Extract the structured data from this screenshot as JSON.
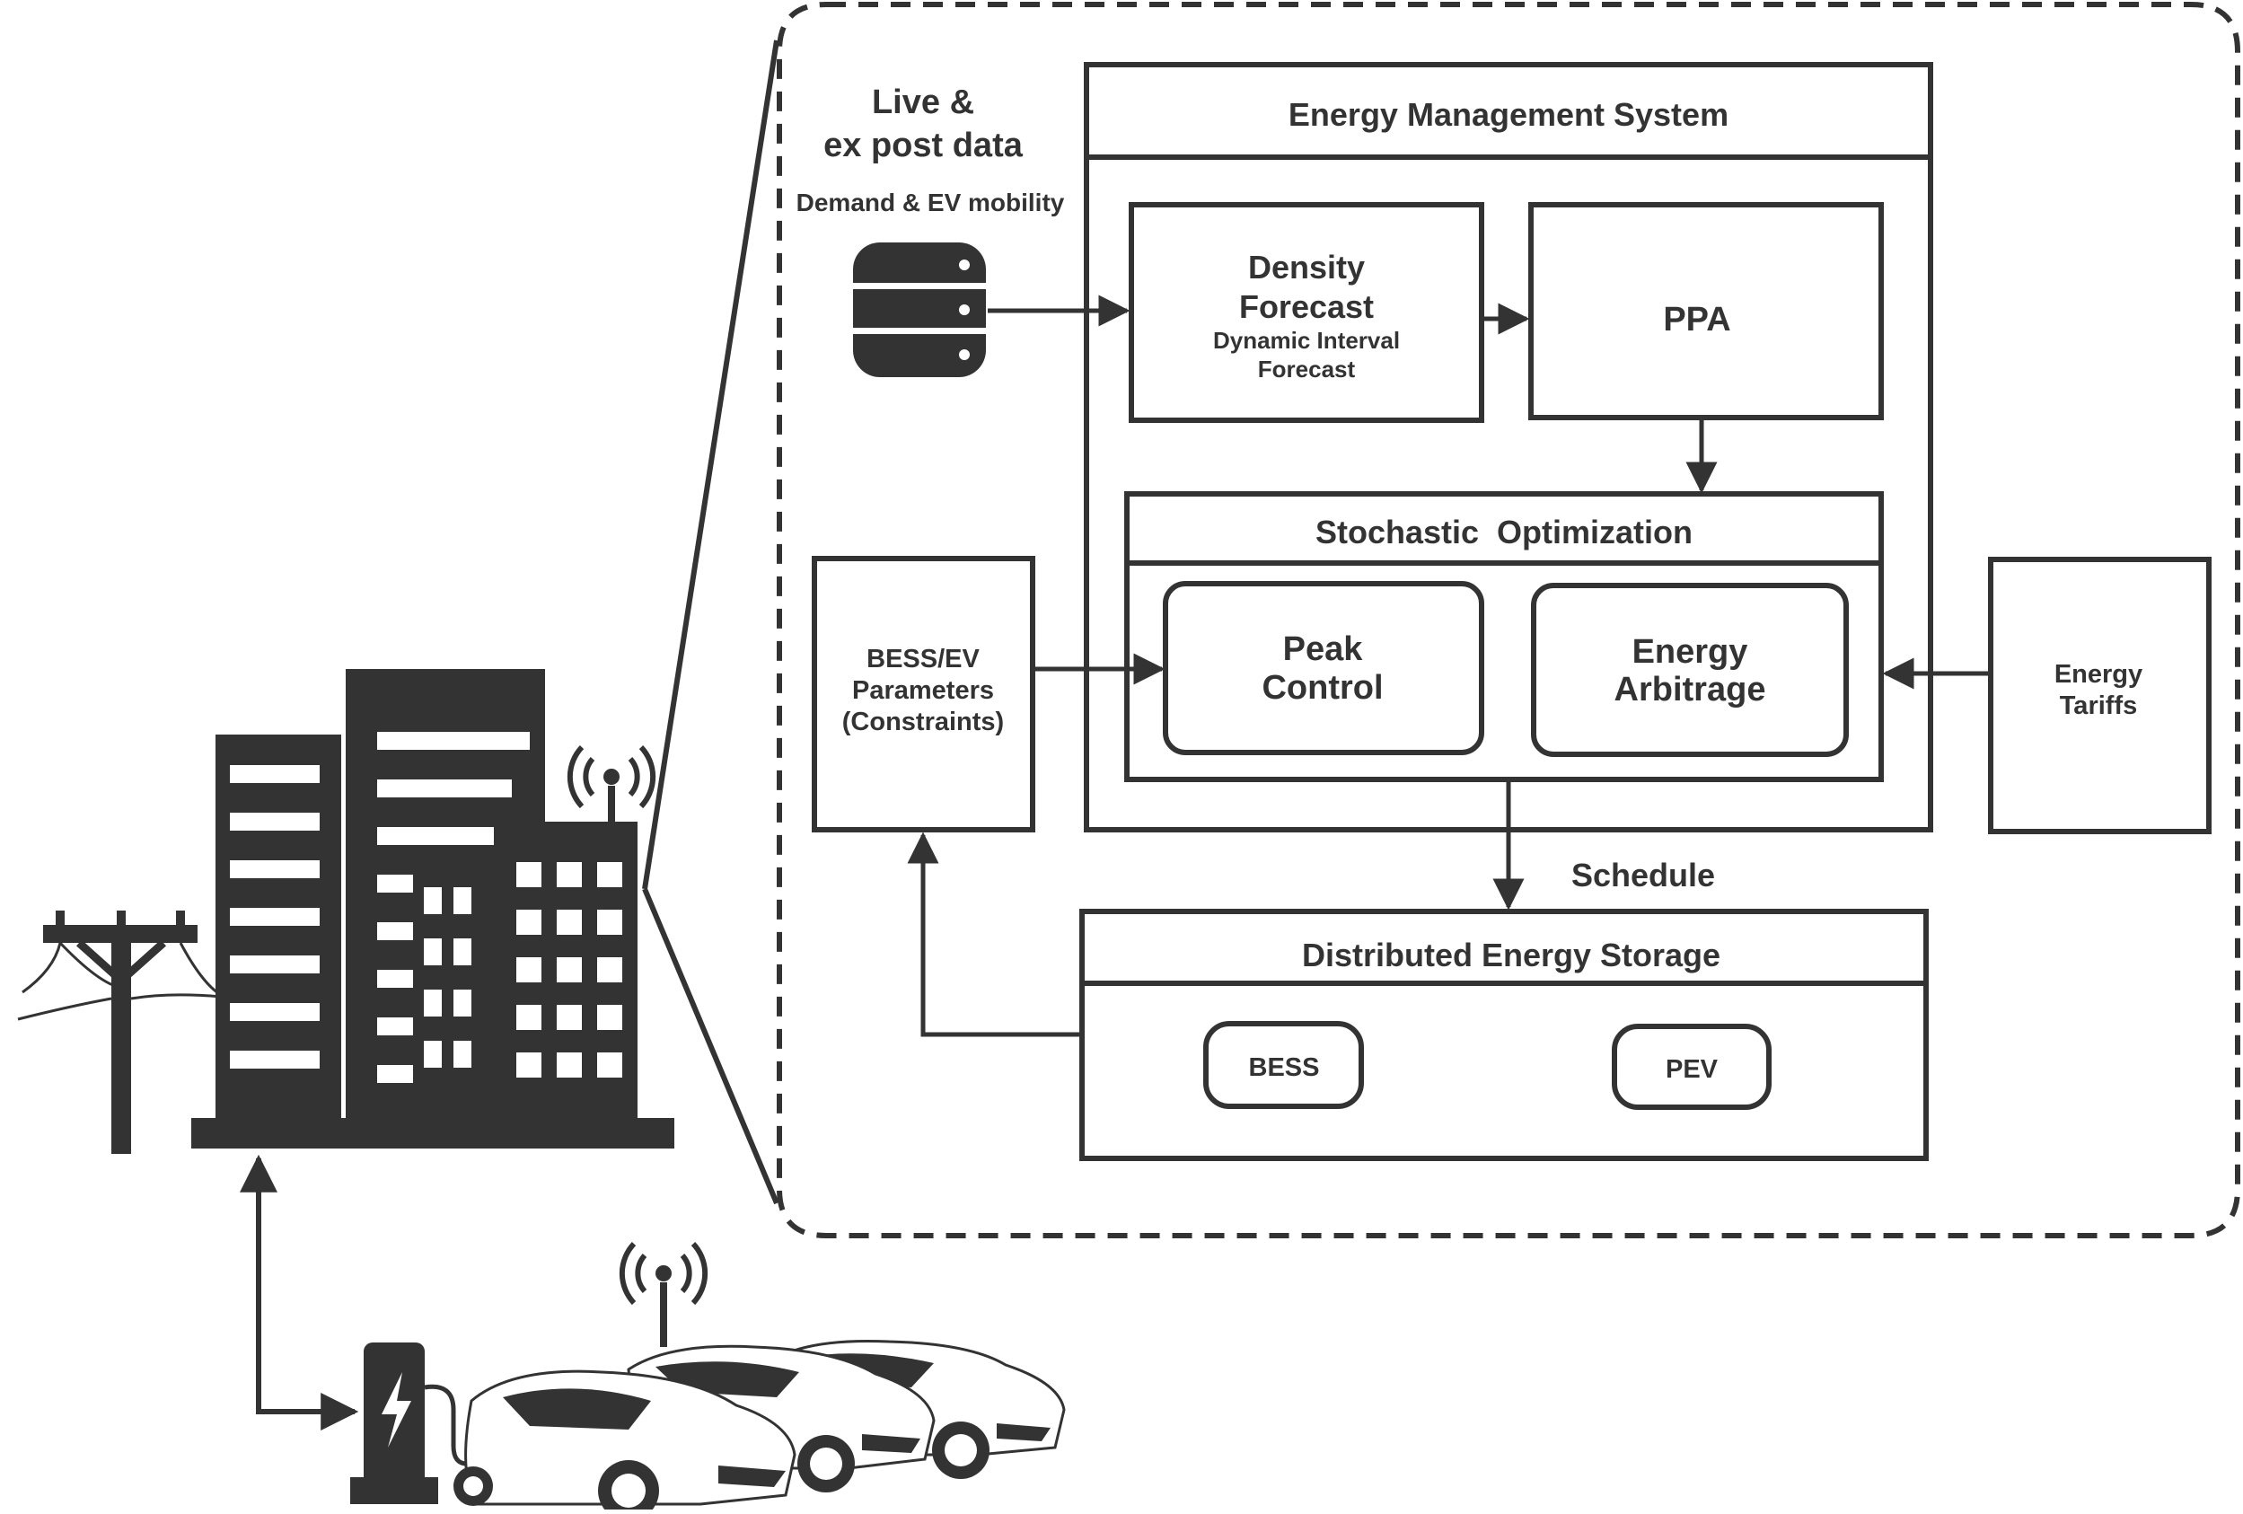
{
  "colors": {
    "ink": "#333333",
    "background": "#ffffff"
  },
  "icons": [
    "power-pole-icon",
    "office-building-icon",
    "antenna-icon",
    "database-icon",
    "charging-station-icon",
    "electric-car-icon"
  ],
  "labels": {
    "live_data_line1": "Live &",
    "live_data_line2": "ex post data",
    "demand_ev": "Demand & EV mobility",
    "ems_title": "Energy Management System",
    "density_line1": "Density",
    "density_line2": "Forecast",
    "density_sub1": "Dynamic Interval",
    "density_sub2": "Forecast",
    "ppa": "PPA",
    "stochastic": "Stochastic  Optimization",
    "peak_line1": "Peak",
    "peak_line2": "Control",
    "arb_line1": "Energy",
    "arb_line2": "Arbitrage",
    "bess_ev_line1": "BESS/EV",
    "bess_ev_line2": "Parameters",
    "bess_ev_line3": "(Constraints)",
    "tariffs_line1": "Energy",
    "tariffs_line2": "Tariffs",
    "schedule": "Schedule",
    "des_title": "Distributed Energy Storage",
    "bess": "BESS",
    "pev": "PEV"
  }
}
